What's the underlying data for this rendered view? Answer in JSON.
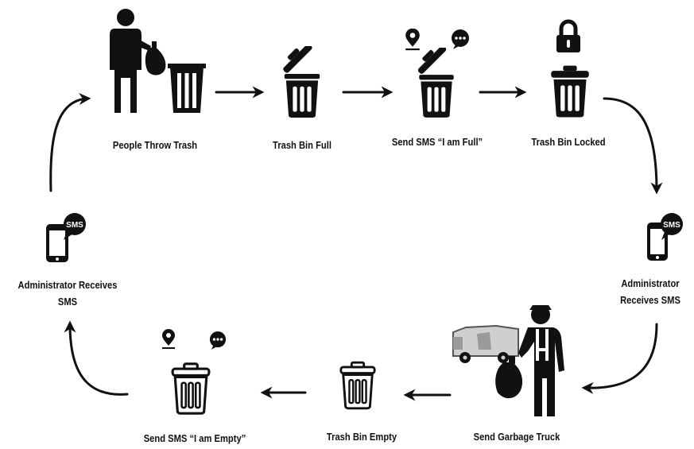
{
  "steps": {
    "people_throw_trash": "People Throw Trash",
    "trash_bin_full": "Trash Bin Full",
    "send_sms_full": "Send SMS “I am Full”",
    "trash_bin_locked": "Trash Bin Locked",
    "admin_receives_right_line1": "Administrator",
    "admin_receives_right_line2": "Receives SMS",
    "send_garbage_truck": "Send Garbage Truck",
    "trash_bin_empty": "Trash Bin Empty",
    "send_sms_empty": "Send SMS “I am Empty”",
    "admin_receives_left_line1": "Administrator Receives",
    "admin_receives_left_line2": "SMS"
  },
  "icons": {
    "sms_bubble_text": "SMS",
    "person": "person-icon",
    "trash_bin": "trash-bin-icon",
    "location_pin": "location-pin-icon",
    "chat_bubble": "chat-bubble-icon",
    "lock": "lock-icon",
    "phone": "phone-icon",
    "garbage_truck": "garbage-truck-icon",
    "worker": "worker-icon"
  },
  "colors": {
    "ink": "#111111",
    "truck_body": "#cfcfcf"
  }
}
